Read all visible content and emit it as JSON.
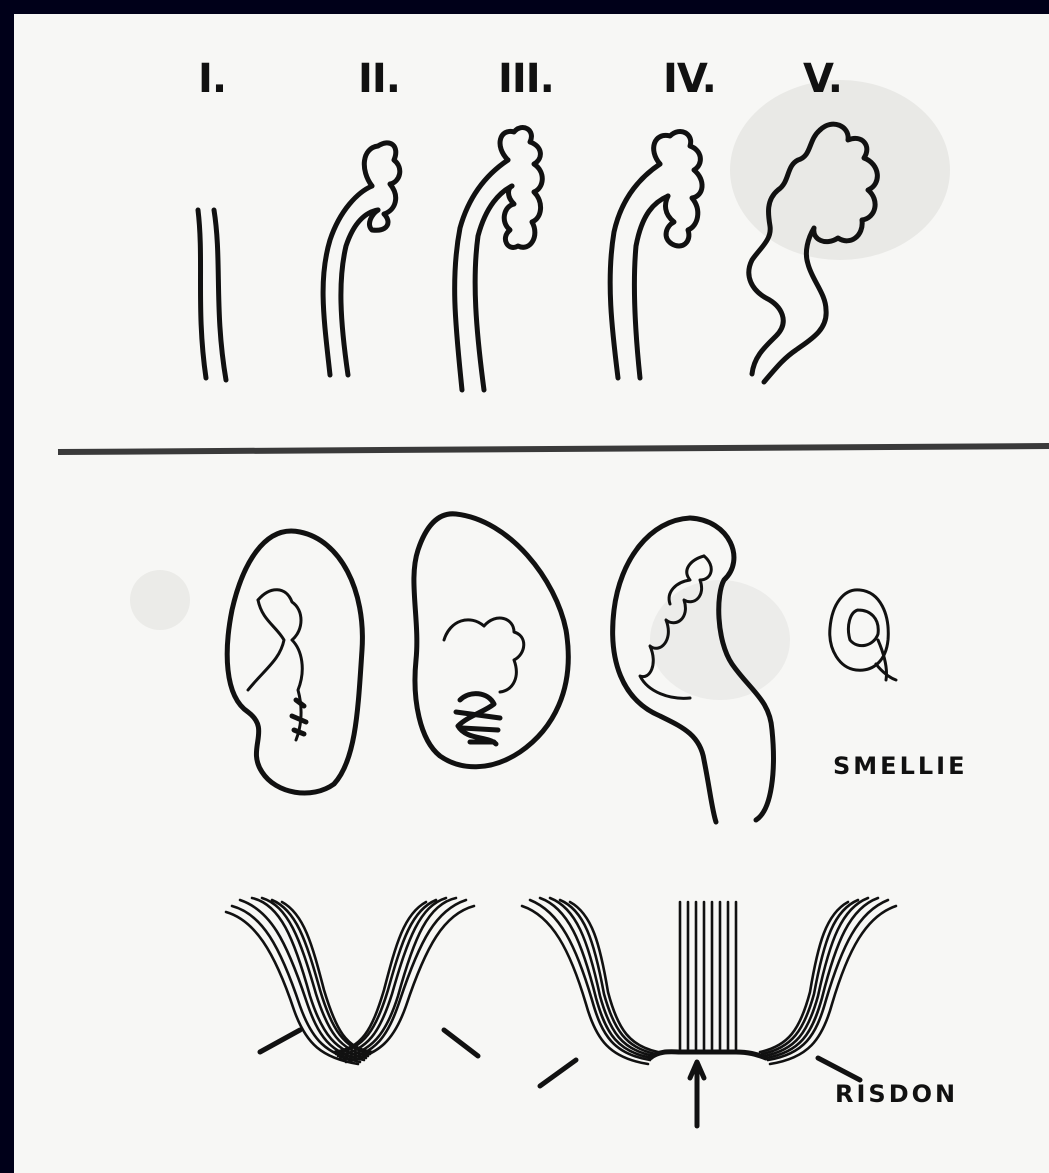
{
  "stages": [
    {
      "label": "I."
    },
    {
      "label": "II."
    },
    {
      "label": "III."
    },
    {
      "label": "IV."
    },
    {
      "label": "V."
    }
  ],
  "captions": {
    "smellie": "SMELLIE",
    "risdon": "RISDON"
  },
  "colors": {
    "frame": "#000019",
    "background": "#f7f7f5",
    "ink": "#111111"
  }
}
